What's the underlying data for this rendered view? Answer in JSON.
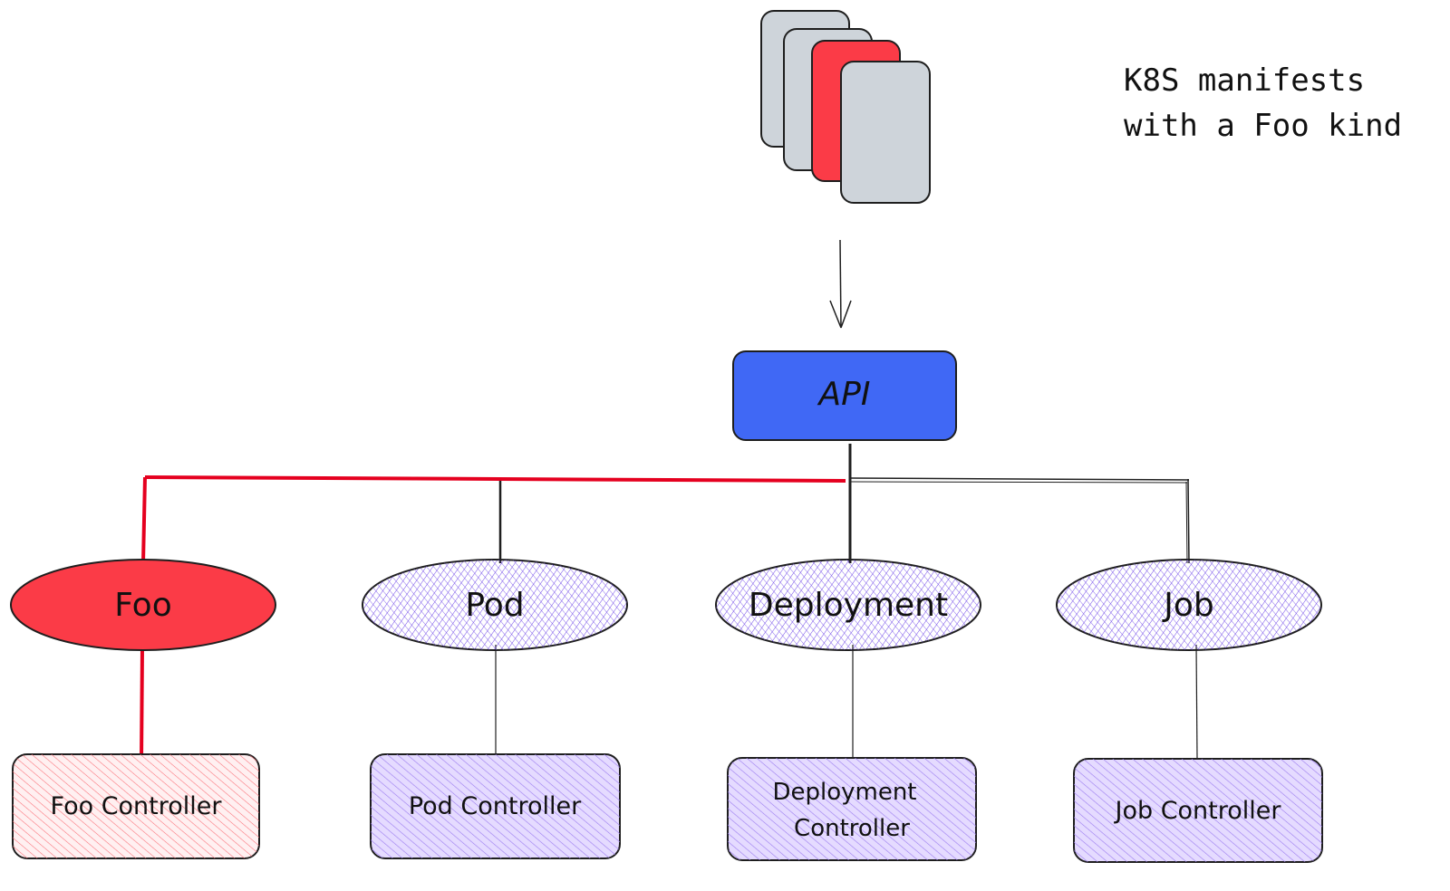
{
  "annotation": {
    "line1": "K8S manifests",
    "line2": "with a Foo kind"
  },
  "api": {
    "label": "API"
  },
  "resources": [
    {
      "label": "Foo",
      "highlight": true
    },
    {
      "label": "Pod",
      "highlight": false
    },
    {
      "label": "Deployment",
      "highlight": false
    },
    {
      "label": "Job",
      "highlight": false
    }
  ],
  "controllers": [
    {
      "label": "Foo Controller",
      "highlight": true
    },
    {
      "label": "Pod Controller",
      "highlight": false
    },
    {
      "label_line1": "Deployment",
      "label_line2": "Controller",
      "highlight": false
    },
    {
      "label": "Job Controller",
      "highlight": false
    }
  ],
  "colors": {
    "highlight_red": "#fb3b47",
    "api_blue": "#4068f5",
    "hatch_purple": "#7048e8",
    "controller_fill_purple": "#d0bfff",
    "manifest_gray": "#ced4da",
    "connector": "#1e1e1e"
  }
}
